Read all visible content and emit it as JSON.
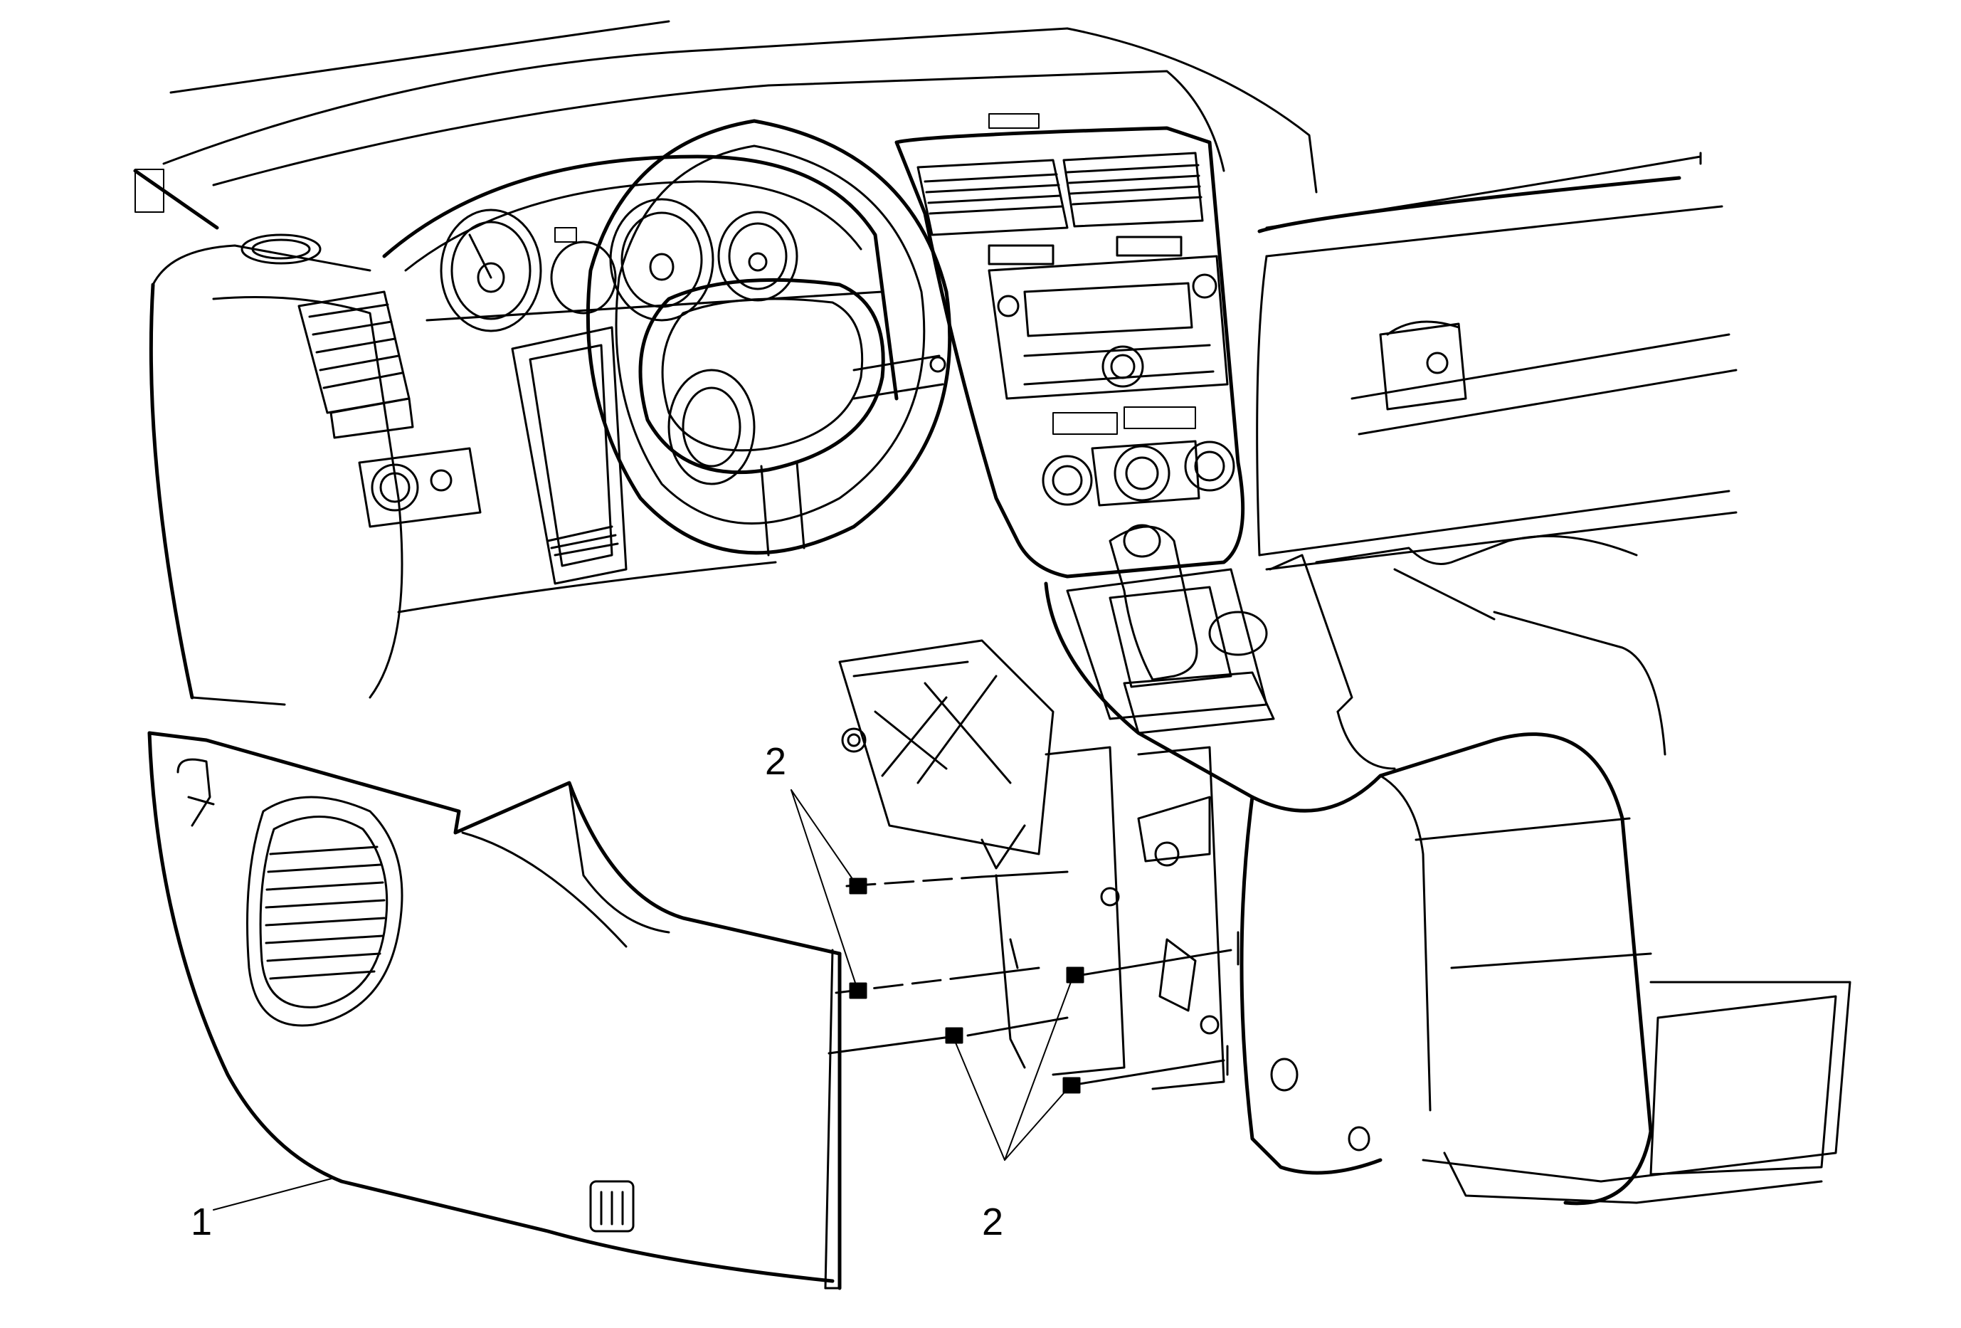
{
  "callouts": [
    {
      "id": "1",
      "label": "1"
    },
    {
      "id": "2-upper",
      "label": "2"
    },
    {
      "id": "2-lower",
      "label": "2"
    }
  ]
}
